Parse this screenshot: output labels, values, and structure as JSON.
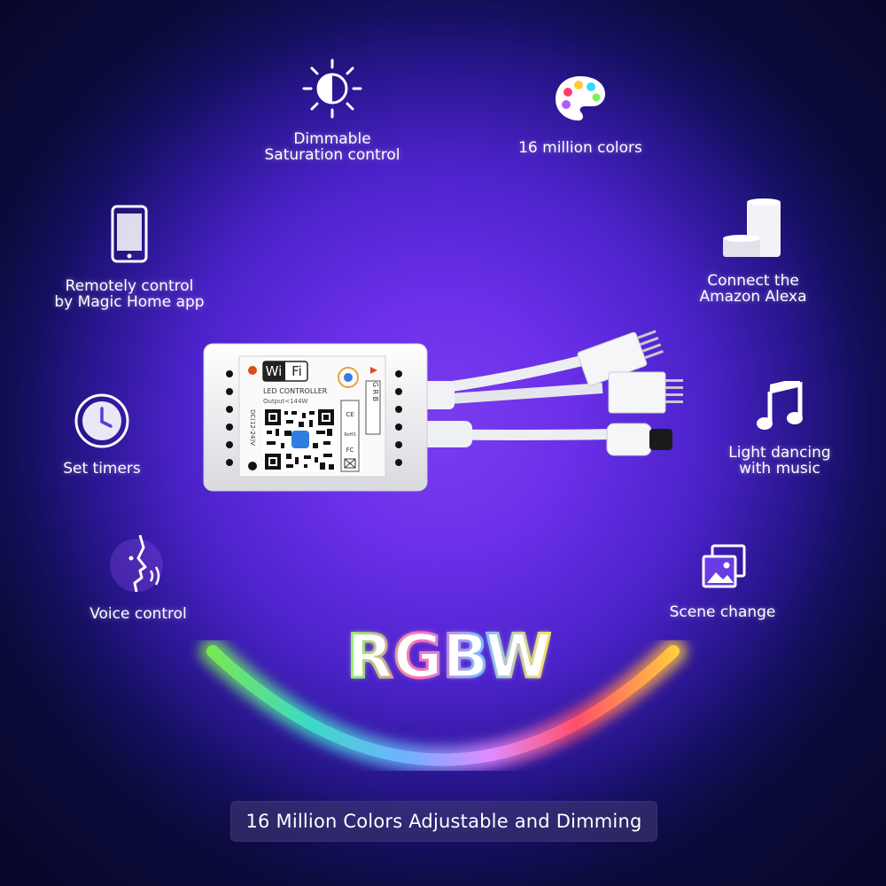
{
  "features": {
    "dimmable": {
      "line1": "Dimmable",
      "line2": "Saturation control",
      "icon": "sun-half-icon"
    },
    "colors": {
      "label": "16 million colors",
      "icon": "palette-icon"
    },
    "remote": {
      "line1": "Remotely control",
      "line2": "by  Magic Home app",
      "icon": "smartphone-icon"
    },
    "alexa": {
      "line1": "Connect the",
      "line2": "Amazon Alexa",
      "icon": "alexa-speaker-icon"
    },
    "timers": {
      "label": "Set timers",
      "icon": "clock-icon"
    },
    "music": {
      "line1": "Light dancing",
      "line2": "with music",
      "icon": "music-note-icon"
    },
    "voice": {
      "label": "Voice control",
      "icon": "voice-face-icon"
    },
    "scene": {
      "label": "Scene change",
      "icon": "pictures-icon"
    }
  },
  "controller": {
    "wifi_left": "Wi",
    "wifi_right": "Fi",
    "name": "LED CONTROLLER",
    "output": "Output<144W",
    "voltage": "DC(12-24)V",
    "pins": "G R B",
    "certs": [
      "CE",
      "RoHS",
      "FC"
    ]
  },
  "headline": "RGBW",
  "bottom_text": "16 Million Colors Adjustable and Dimming",
  "colors": {
    "background": "#6a2fe8",
    "text": "#ffffff"
  }
}
